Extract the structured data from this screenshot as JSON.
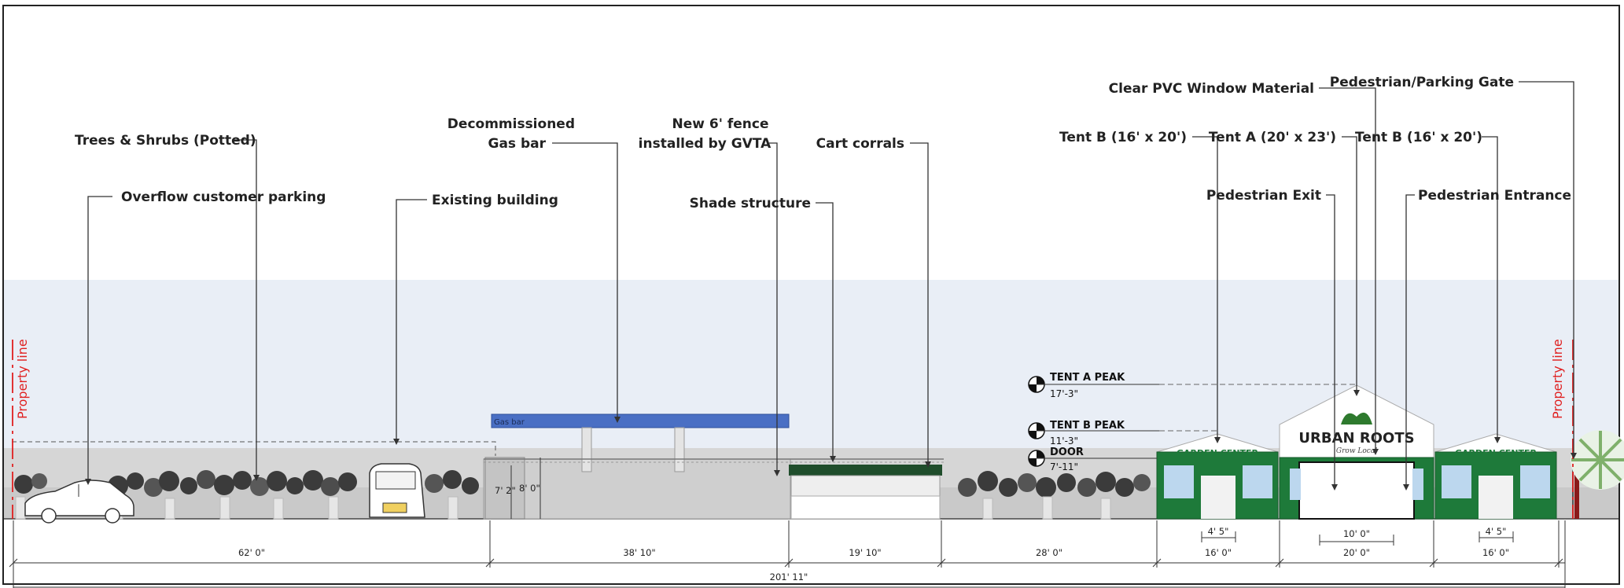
{
  "callouts": {
    "trees_shrubs": "Trees & Shrubs (Potted)",
    "overflow_parking": "Overflow customer parking",
    "existing_building": "Existing building",
    "decommissioned_line1": "Decommissioned",
    "decommissioned_line2": "Gas bar",
    "fence_line1": "New 6' fence",
    "fence_line2": "installed by GVTA",
    "shade_structure": "Shade structure",
    "cart_corrals": "Cart corrals",
    "tent_b_left": "Tent B (16' x 20')",
    "tent_a": "Tent A (20' x 23')",
    "tent_b_right": "Tent B (16' x 20')",
    "clear_pvc": "Clear PVC Window Material",
    "pedestrian_exit": "Pedestrian Exit",
    "pedestrian_entrance": "Pedestrian Entrance",
    "pedestrian_gate": "Pedestrian/Parking Gate"
  },
  "property_line_label": "Property line",
  "gas_bar_sign": "Gas bar",
  "levels": {
    "tent_a_peak": {
      "name": "TENT A PEAK",
      "value": "17'-3\""
    },
    "tent_b_peak": {
      "name": "TENT B PEAK",
      "value": "11'-3\""
    },
    "door": {
      "name": "DOOR",
      "value": "7'-11\""
    }
  },
  "heights": {
    "fence_a": "7' 2\"",
    "fence_b": "8' 0\""
  },
  "tent_signs": {
    "garden_center_left": "GARDEN CENTER",
    "urban_roots": "URBAN ROOTS",
    "urban_roots_sub": "Grow Local",
    "garden_center_right": "GARDEN CENTER"
  },
  "dimensions": {
    "seg1": "62' 0\"",
    "seg2": "38' 10\"",
    "seg3": "19' 10\"",
    "seg4": "28' 0\"",
    "seg5": "16' 0\"",
    "seg6": "20' 0\"",
    "seg7": "16' 0\"",
    "door_left": "4' 5\"",
    "door_center": "10' 0\"",
    "door_right": "4' 5\"",
    "total": "201' 11\""
  },
  "colors": {
    "sky": "#e9eef6",
    "ground": "#d9d9d9",
    "canopy": "#4a6fc4",
    "tent_green": "#1e7a3a",
    "property_line": "#e02020"
  }
}
